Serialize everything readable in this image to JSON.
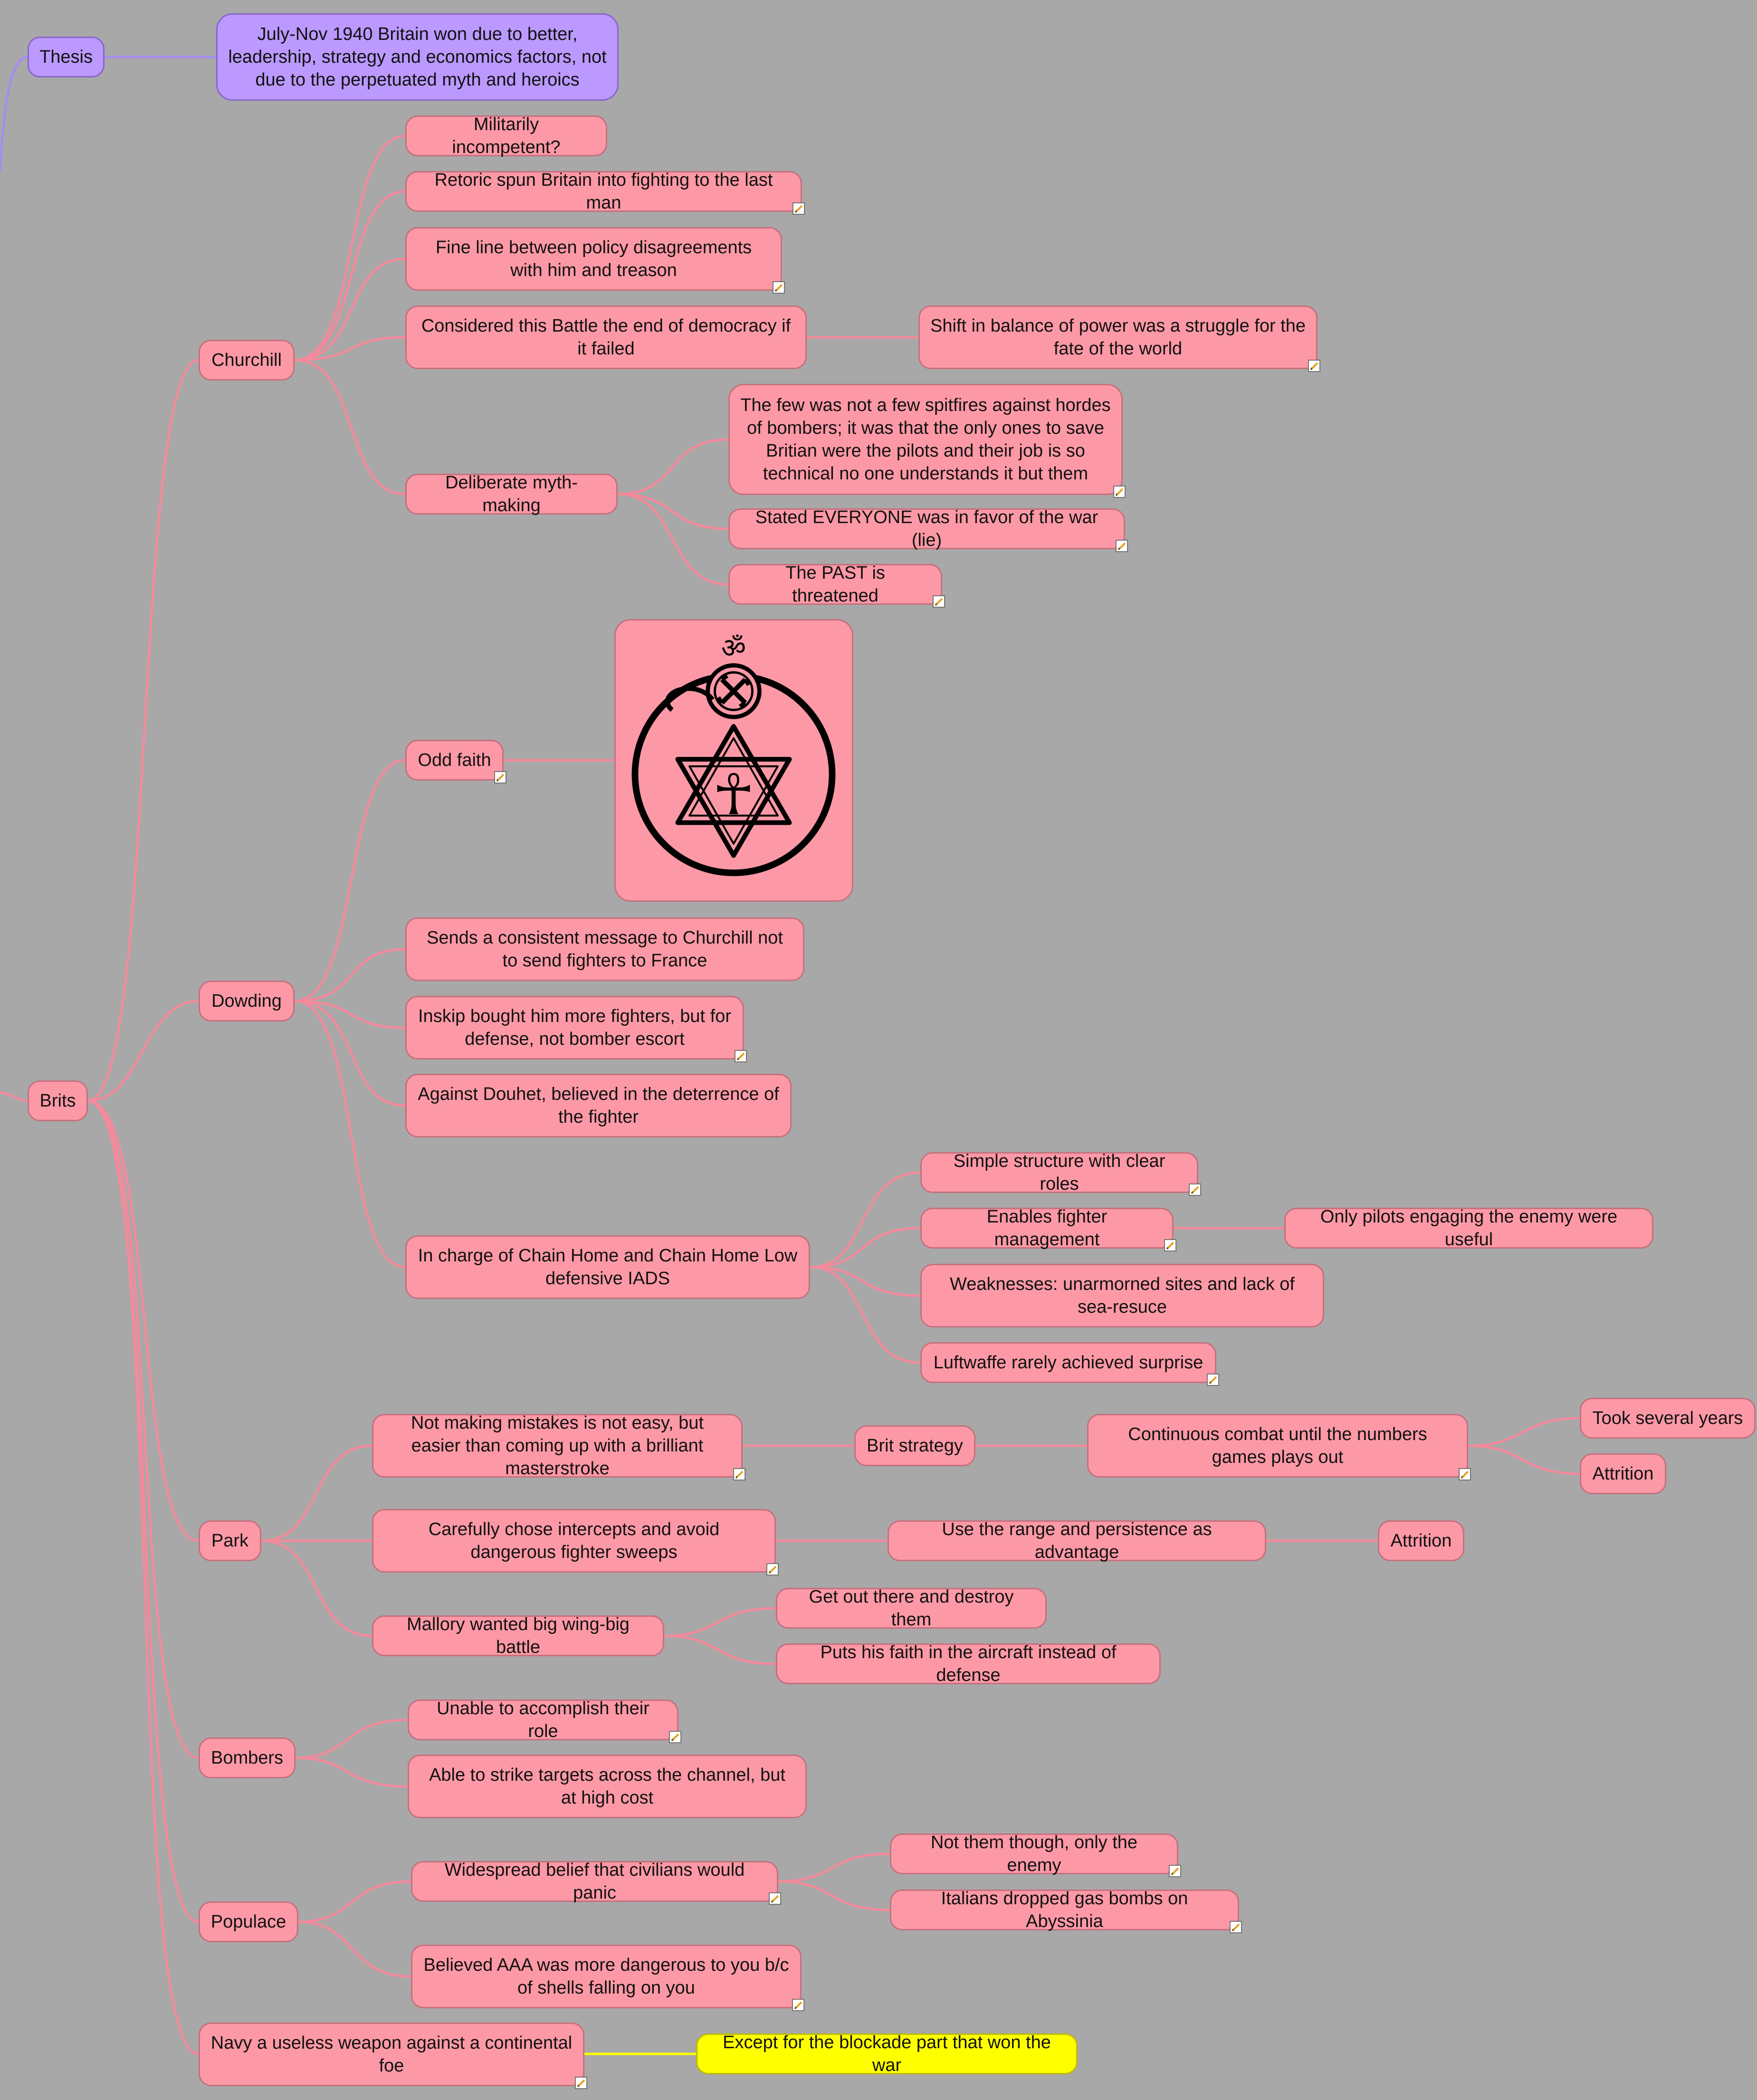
{
  "colors": {
    "background": "#a8a8a8",
    "branch_pink": "#fd99a6",
    "branch_purple": "#bb99ff",
    "branch_yellow": "#ffff00",
    "edge_pink": "#f48a9b",
    "edge_purple": "#a58cf0",
    "edge_yellow": "#ffff00"
  },
  "thesis": {
    "label": "Thesis",
    "text": "July-Nov 1940 Britain won due to better, leadership, strategy and economics factors, not due to the perpetuated myth and heroics"
  },
  "brits": {
    "label": "Brits",
    "churchill": {
      "label": "Churchill",
      "militarily": "Militarily incompetent?",
      "retoric": "Retoric spun Britain into fighting to the last man",
      "fine_line": "Fine line between policy disagreements with him and treason",
      "considered": "Considered this Battle the end of democracy if it failed",
      "shift": "Shift in balance of power was a struggle for the fate of the world",
      "myth": {
        "label": "Deliberate myth-making",
        "few": "The few was not a few spitfires against hordes of bombers; it was that the only ones to save Britian were the pilots and their job is so technical no one understands it but them",
        "everyone": "Stated EVERYONE was in favor of the war (lie)",
        "past": "The PAST is threatened"
      }
    },
    "dowding": {
      "label": "Dowding",
      "odd_faith": "Odd faith",
      "om_glyph": "ॐ",
      "ankh_glyph": "☥",
      "sends": "Sends a consistent message to Churchill not to send fighters to France",
      "inskip": "Inskip bought him more fighters, but for defense, not bomber escort",
      "douhet": "Against Douhet, believed in the deterrence of the fighter",
      "iads": {
        "label": "In charge of Chain Home and Chain Home Low defensive IADS",
        "simple": "Simple structure with clear roles",
        "enables": "Enables fighter management",
        "only_pilots": "Only pilots engaging the enemy were useful",
        "weaknesses": "Weaknesses: unarmorned sites and lack of sea-resuce",
        "luftwaffe": "Luftwaffe rarely achieved surprise"
      }
    },
    "park": {
      "label": "Park",
      "not_mistakes": "Not making mistakes is not easy, but easier than coming up with a brilliant masterstroke",
      "brit_strategy": "Brit strategy",
      "continuous": "Continuous combat until the numbers games plays out",
      "took_years": "Took several years",
      "attrition_1": "Attrition",
      "carefully": "Carefully chose intercepts and avoid dangerous fighter sweeps",
      "use_range": "Use the range and persistence as advantage",
      "attrition_2": "Attrition",
      "mallory": "Mallory wanted big wing-big battle",
      "get_out": "Get out there and destroy them",
      "puts_faith": "Puts his faith in the aircraft instead of defense"
    },
    "bombers": {
      "label": "Bombers",
      "unable": "Unable to accomplish their role",
      "able": "Able to strike targets across the channel, but at high cost"
    },
    "populace": {
      "label": "Populace",
      "widespread": "Widespread belief that civilians would panic",
      "not_them": "Not them though, only the enemy",
      "italians": "Italians dropped gas bombs on Abyssinia",
      "aaa": "Believed AAA was more dangerous to you b/c of shells falling on you"
    },
    "navy": {
      "label": "Navy a useless weapon against a continental foe",
      "blockade": "Except for the blockade part that won the war"
    }
  }
}
